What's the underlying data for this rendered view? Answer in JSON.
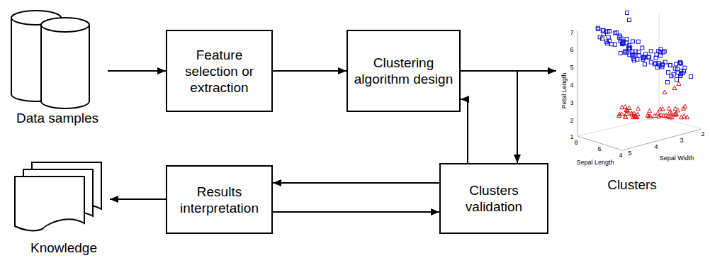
{
  "diagram": {
    "nodes": [
      {
        "text": [
          "Data samples"
        ]
      },
      {
        "text": [
          "Feature selection or extraction"
        ]
      },
      {
        "text": [
          "Clustering algorithm design"
        ]
      },
      {
        "text": [
          "Clusters"
        ]
      },
      {
        "text": [
          "Clusters validation"
        ]
      },
      {
        "text": [
          "Results interpretation"
        ]
      },
      {
        "text": [
          "Knowledge"
        ]
      }
    ],
    "edges": [
      {
        "from": 0,
        "to": 1,
        "arrow": "to"
      },
      {
        "from": 1,
        "to": 2,
        "arrow": "to"
      },
      {
        "from": 2,
        "to": 3,
        "arrow": "to"
      },
      {
        "from": 2,
        "to": 4,
        "arrow": "to"
      },
      {
        "from": 4,
        "to": 2,
        "arrow": "to"
      },
      {
        "from": 4,
        "to": 5,
        "arrow": "to"
      },
      {
        "from": 5,
        "to": 4,
        "arrow": "to"
      },
      {
        "from": 5,
        "to": 6,
        "arrow": "to"
      }
    ],
    "labels": [
      "7",
      "6",
      "5",
      "4",
      "3",
      "2",
      "1",
      "8",
      "6",
      "4",
      "5",
      "4",
      "3",
      "2",
      "Petal Length",
      "Sepal Length",
      "Sepal Width"
    ]
  }
}
